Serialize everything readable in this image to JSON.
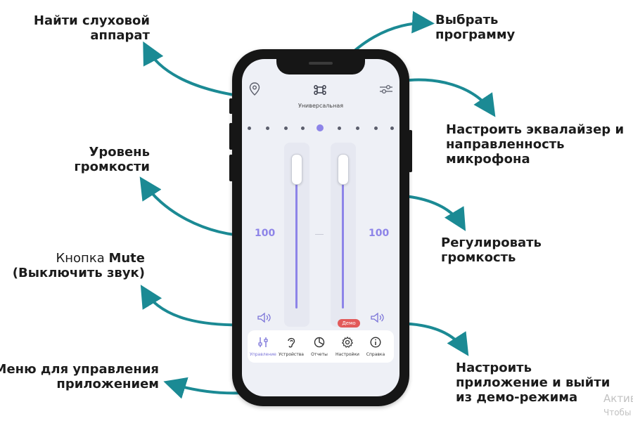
{
  "callouts": {
    "find_device": [
      "Найти слуховой",
      "аппарат"
    ],
    "choose_program": [
      "Выбрать",
      "программу"
    ],
    "equalizer": [
      "Настроить эквалайзер и",
      "направленность",
      "микрофона"
    ],
    "volume_level": [
      "Уровень",
      "громкости"
    ],
    "adjust_volume": [
      "Регулировать",
      "громкость"
    ],
    "mute_prefix": "Кнопка ",
    "mute_bold": "Mute",
    "mute_line2": "(Выключить звук)",
    "menu": [
      "Меню для управления",
      "приложением"
    ],
    "settings": [
      "Настроить",
      "приложение и выйти",
      "из демо-режима"
    ]
  },
  "phone": {
    "program_name": "Универсальная",
    "programs_count": 9,
    "active_program_index": 4,
    "left_volume": "100",
    "right_volume": "100",
    "left_level_pct": 100,
    "right_level_pct": 100,
    "badge": "Демо",
    "nav": [
      {
        "label": "Управление",
        "icon": "sliders-icon",
        "active": true
      },
      {
        "label": "Устройства",
        "icon": "ear-icon",
        "active": false
      },
      {
        "label": "Отчеты",
        "icon": "chart-icon",
        "active": false
      },
      {
        "label": "Настройки",
        "icon": "gear-icon",
        "active": false
      },
      {
        "label": "Справка",
        "icon": "info-icon",
        "active": false
      }
    ]
  },
  "watermark": [
    "Актив",
    "Чтобы"
  ],
  "colors": {
    "arrow": "#1b8a94",
    "accent": "#8d84e8",
    "badge": "#e25a5a"
  }
}
